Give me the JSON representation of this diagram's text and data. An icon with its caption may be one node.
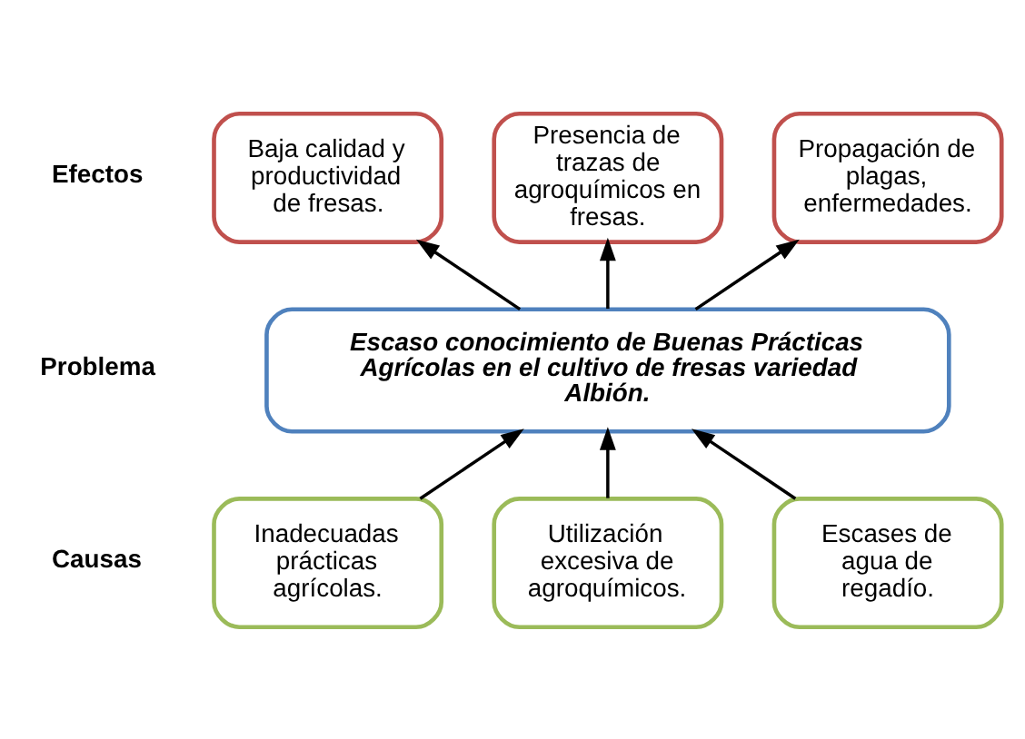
{
  "diagram": {
    "nodes": [
      {
        "text": [
          "Baja calidad y productividad de fresas."
        ]
      },
      {
        "text": [
          "Presencia de trazas de agroquímicos en fresas."
        ]
      },
      {
        "text": [
          "Propagación de plagas, enfermedades."
        ]
      },
      {
        "text": [
          "Escaso conocimiento de Buenas Prácticas Agrícolas en el cultivo de fresas variedad Albión."
        ]
      },
      {
        "text": [
          "Inadecuadas prácticas agrícolas."
        ]
      },
      {
        "text": [
          "Utilización excesiva de agroquímicos."
        ]
      },
      {
        "text": [
          "Escases de agua de regadío."
        ]
      }
    ],
    "edges": [
      {
        "from": 3,
        "to": 0,
        "arrow": "to"
      },
      {
        "from": 3,
        "to": 1,
        "arrow": "to"
      },
      {
        "from": 3,
        "to": 2,
        "arrow": "to"
      },
      {
        "from": 4,
        "to": 3,
        "arrow": "to"
      },
      {
        "from": 5,
        "to": 3,
        "arrow": "to"
      },
      {
        "from": 6,
        "to": 3,
        "arrow": "to"
      }
    ],
    "labels": [
      "Efectos",
      "Problema",
      "Causas"
    ]
  }
}
